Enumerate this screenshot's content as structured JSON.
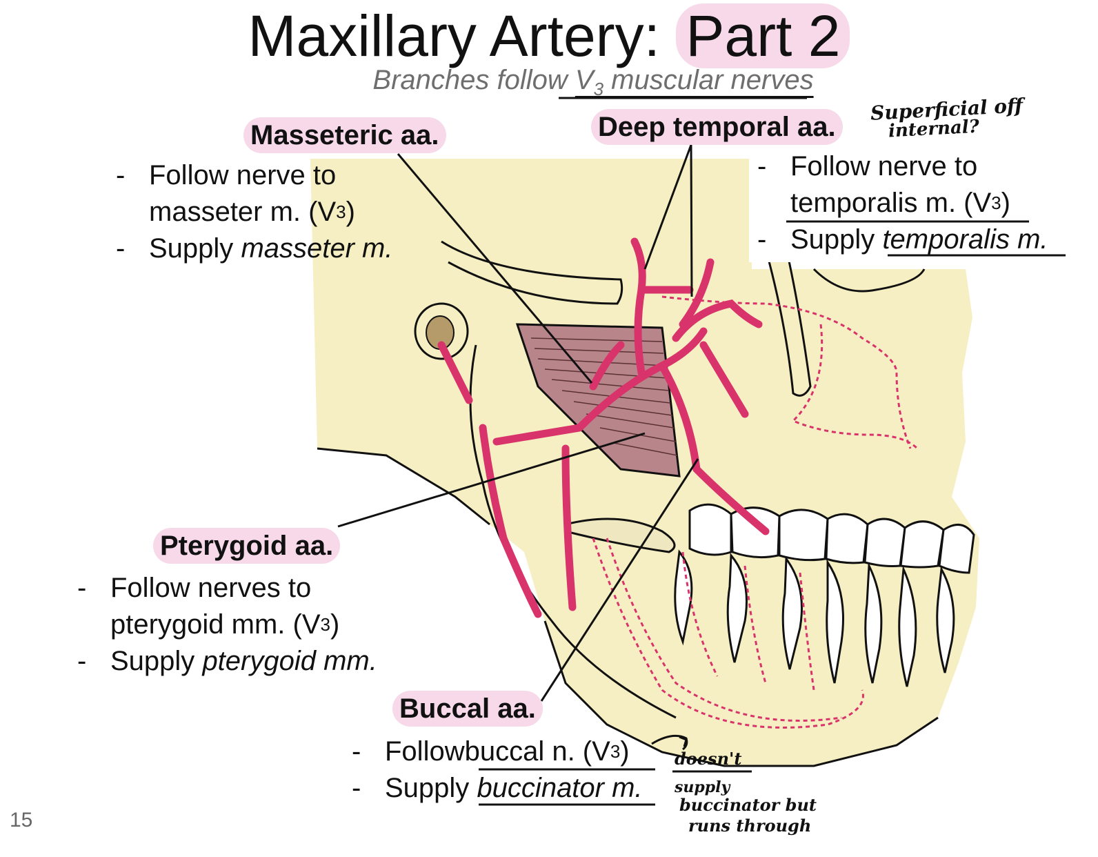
{
  "title": {
    "main": "Maxillary Artery: ",
    "highlight": "Part 2"
  },
  "subtitle": {
    "pre": "Branches follow ",
    "nerve": "V",
    "sub": "3",
    "post": " muscular nerves"
  },
  "masseteric": {
    "label": "Masseteric aa.",
    "b1a": "Follow nerve to",
    "b1b": "masseter m. (V",
    "b1sub": "3",
    "b1c": ")",
    "b2a": "Supply ",
    "b2b": "masseter m."
  },
  "deep_temporal": {
    "label": "Deep temporal aa.",
    "b1a": "Follow nerve to",
    "b1b": "temporalis m. (V",
    "b1sub": "3",
    "b1c": ")",
    "b2a": "Supply ",
    "b2b": "temporalis m."
  },
  "pterygoid": {
    "label": "Pterygoid aa.",
    "b1a": "Follow nerves to",
    "b1b": "pterygoid mm. (V",
    "b1sub": "3",
    "b1c": ")",
    "b2a": "Supply ",
    "b2b": "pterygoid mm."
  },
  "buccal": {
    "label": "Buccal aa.",
    "b1a": "Follow ",
    "b1b": "buccal n. (V",
    "b1sub": "3",
    "b1c": ")",
    "b2a": "Supply ",
    "b2b": "buccinator m."
  },
  "dash": "-",
  "handwritten": {
    "note1_line1": "Superficial off",
    "note1_line2": "internal?",
    "note2_line1": "doesn't",
    "note2_line2": "supply",
    "note2_line3": "buccinator but",
    "note2_line4": "runs through"
  },
  "page_number": "15",
  "colors": {
    "artery": "#d9336b",
    "bone": "#f6efc3",
    "highlight": "#f7d9ea"
  }
}
